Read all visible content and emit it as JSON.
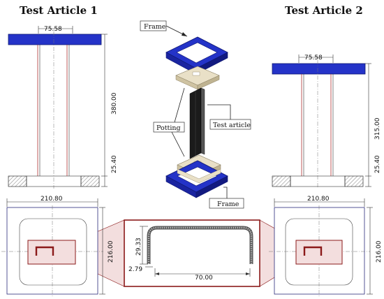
{
  "titles": {
    "left": "Test Article 1",
    "right": "Test Article 2"
  },
  "dimensions": {
    "top_width": "75.58",
    "height_1": "380.00",
    "height_2": "315.00",
    "potting_depth": "25.40",
    "base_width": "210.80",
    "base_depth": "216.00",
    "section_depth": "29.33",
    "section_width": "70.00",
    "thickness": "2.79"
  },
  "callouts": {
    "frame_top": "Frame",
    "potting": "Potting",
    "test_article": "Test article",
    "frame_bottom": "Frame"
  },
  "colors": {
    "frame_blue": "#2433c8",
    "potting_beige": "#e9e0c7",
    "detail_red": "#8b1a1a",
    "zoom_fill": "#f3dede"
  }
}
